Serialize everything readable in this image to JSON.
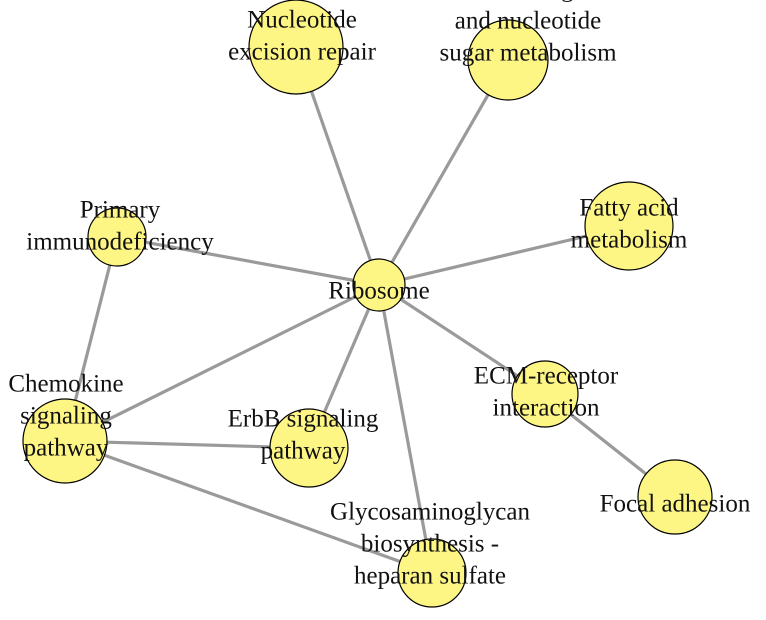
{
  "colors": {
    "node_fill": "#fdf584",
    "node_stroke": "#000000",
    "edge": "#9a9a9a",
    "background": "#ffffff"
  },
  "network": {
    "nodes": [
      {
        "id": "ribosome",
        "label": [
          "Ribosome"
        ]
      },
      {
        "id": "nucleotide-excision-repair",
        "label": [
          "Nucleotide",
          "excision repair"
        ]
      },
      {
        "id": "amino-sugar",
        "label": [
          "Amino sugar",
          "and nucleotide",
          "sugar metabolism"
        ]
      },
      {
        "id": "fatty-acid",
        "label": [
          "Fatty acid",
          "metabolism"
        ]
      },
      {
        "id": "primary-immunodeficiency",
        "label": [
          "Primary",
          "immunodeficiency"
        ]
      },
      {
        "id": "chemokine",
        "label": [
          "Chemokine",
          "signaling",
          "pathway"
        ]
      },
      {
        "id": "erbb",
        "label": [
          "ErbB signaling",
          "pathway"
        ]
      },
      {
        "id": "ecm-receptor",
        "label": [
          "ECM-receptor",
          "interaction"
        ]
      },
      {
        "id": "focal-adhesion",
        "label": [
          "Focal adhesion"
        ]
      },
      {
        "id": "glycosaminoglycan",
        "label": [
          "Glycosaminoglycan",
          "biosynthesis -",
          "heparan sulfate"
        ]
      }
    ],
    "edges": [
      [
        "ribosome",
        "nucleotide-excision-repair"
      ],
      [
        "ribosome",
        "amino-sugar"
      ],
      [
        "ribosome",
        "fatty-acid"
      ],
      [
        "ribosome",
        "primary-immunodeficiency"
      ],
      [
        "ribosome",
        "chemokine"
      ],
      [
        "ribosome",
        "erbb"
      ],
      [
        "ribosome",
        "ecm-receptor"
      ],
      [
        "ribosome",
        "glycosaminoglycan"
      ],
      [
        "primary-immunodeficiency",
        "chemokine"
      ],
      [
        "chemokine",
        "erbb"
      ],
      [
        "chemokine",
        "glycosaminoglycan"
      ],
      [
        "ecm-receptor",
        "focal-adhesion"
      ]
    ]
  }
}
